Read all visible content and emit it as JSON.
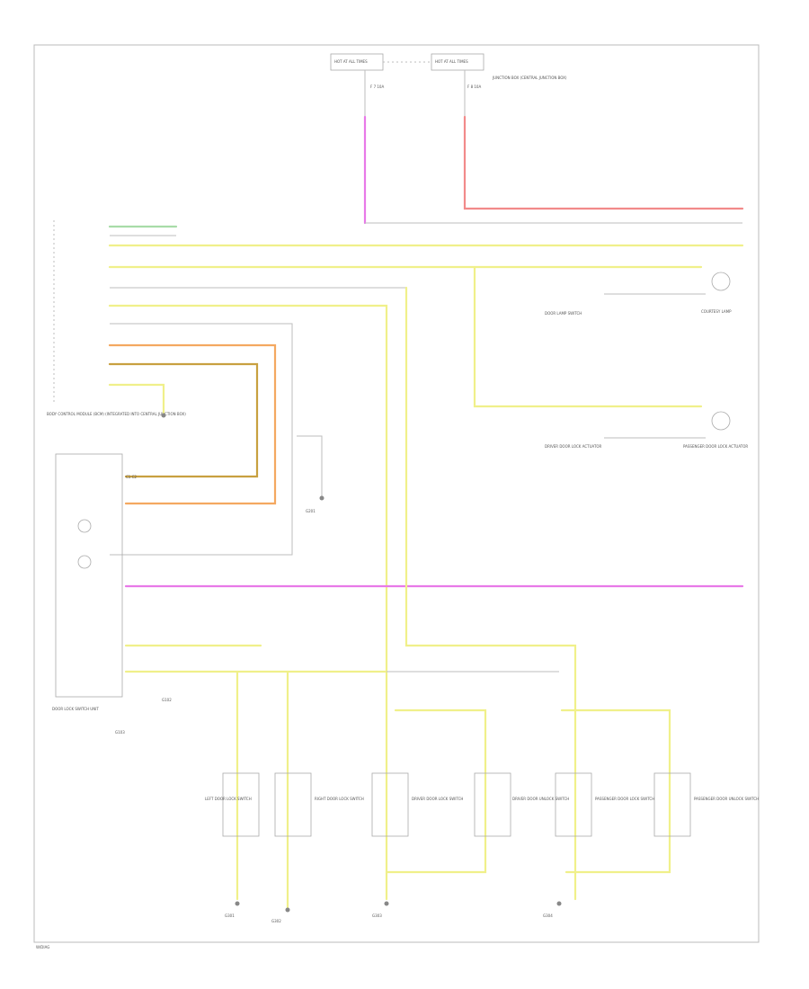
{
  "labels": {
    "fuse_label_1": "HOT AT ALL TIMES",
    "fuse_label_2": "HOT AT ALL TIMES",
    "fuse_1": "F 7 10A",
    "fuse_2": "F 8 10A",
    "note_right": "JUNCTION BOX (CENTRAL JUNCTION BOX)",
    "body_control_module": "BODY CONTROL MODULE (BCM) (INTEGRATED INTO CENTRAL JUNCTION BOX)",
    "door_lock_unit": "DOOR LOCK SWITCH UNIT",
    "lf_lock_motor": "DRIVER DOOR LOCK ACTUATOR",
    "rf_lock_motor": "PASSENGER DOOR LOCK ACTUATOR",
    "lf_ground": "G102",
    "rf_ground": "G103",
    "bottom_corner": "W/DIAG",
    "switch_1": "LEFT DOOR LOCK SWITCH",
    "switch_2": "RIGHT DOOR LOCK SWITCH",
    "switch_3": "DRIVER DOOR LOCK SWITCH",
    "switch_4": "DRIVER DOOR UNLOCK SWITCH",
    "switch_5": "PASSENGER DOOR LOCK SWITCH",
    "switch_6": "PASSENGER DOOR UNLOCK SWITCH",
    "ground_1": "G301",
    "ground_2": "G302",
    "ground_3": "G303",
    "ground_4": "G304",
    "courtesy": "COURTESY LAMP",
    "ground_center": "G201",
    "connector_lbl": "C1 C2",
    "lamp_sw": "DOOR LAMP SWITCH"
  },
  "colors": {
    "magenta": "#e879e8",
    "red": "#f28a8a",
    "yellow": "#f0f08a",
    "green": "#a8dca8",
    "orange": "#f4a860",
    "brown": "#c8a040",
    "frame": "#bbbbbb"
  }
}
